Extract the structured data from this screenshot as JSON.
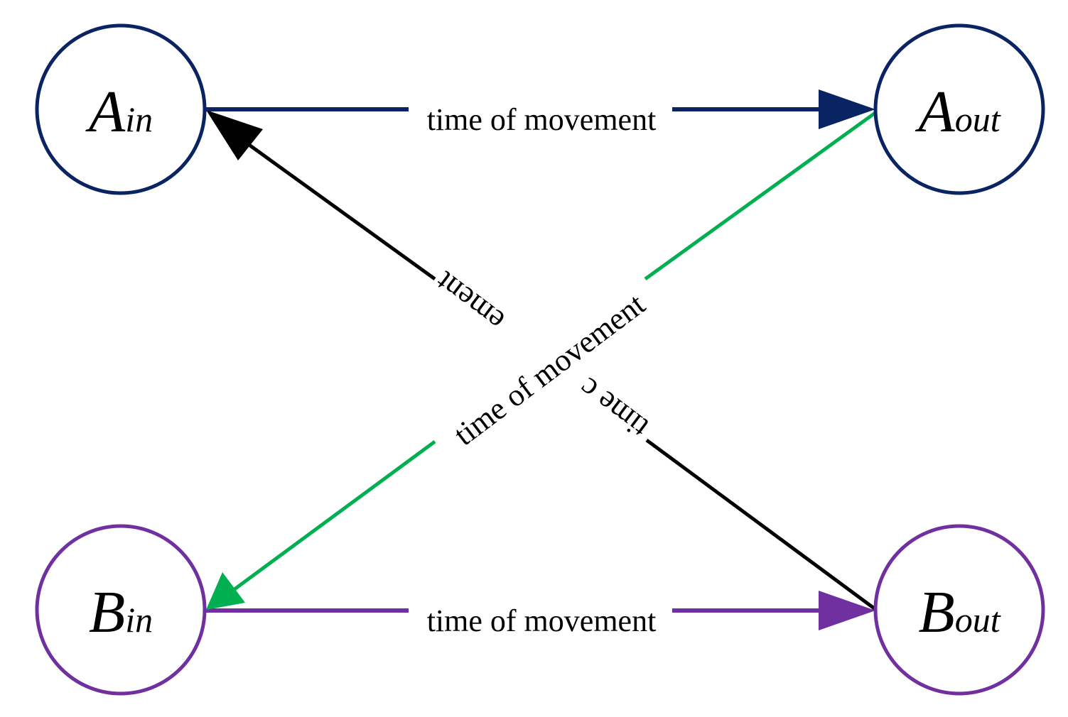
{
  "colors": {
    "node_a": "#0a2463",
    "node_b": "#7030a0",
    "edge_a": "#0a2463",
    "edge_b": "#7030a0",
    "edge_green": "#00b050",
    "edge_black": "#000000"
  },
  "nodes": {
    "a_in": {
      "main": "A",
      "sub": "in"
    },
    "a_out": {
      "main": "A",
      "sub": "out"
    },
    "b_in": {
      "main": "B",
      "sub": "in"
    },
    "b_out": {
      "main": "B",
      "sub": "out"
    }
  },
  "edges": {
    "a_in_to_a_out": {
      "label": "time of movement"
    },
    "b_in_to_b_out": {
      "label": "time of movement"
    },
    "a_out_to_b_in": {
      "label": "time of movement"
    },
    "b_out_to_a_in": {
      "label_part1": "ement",
      "label_part2": "time c"
    }
  }
}
